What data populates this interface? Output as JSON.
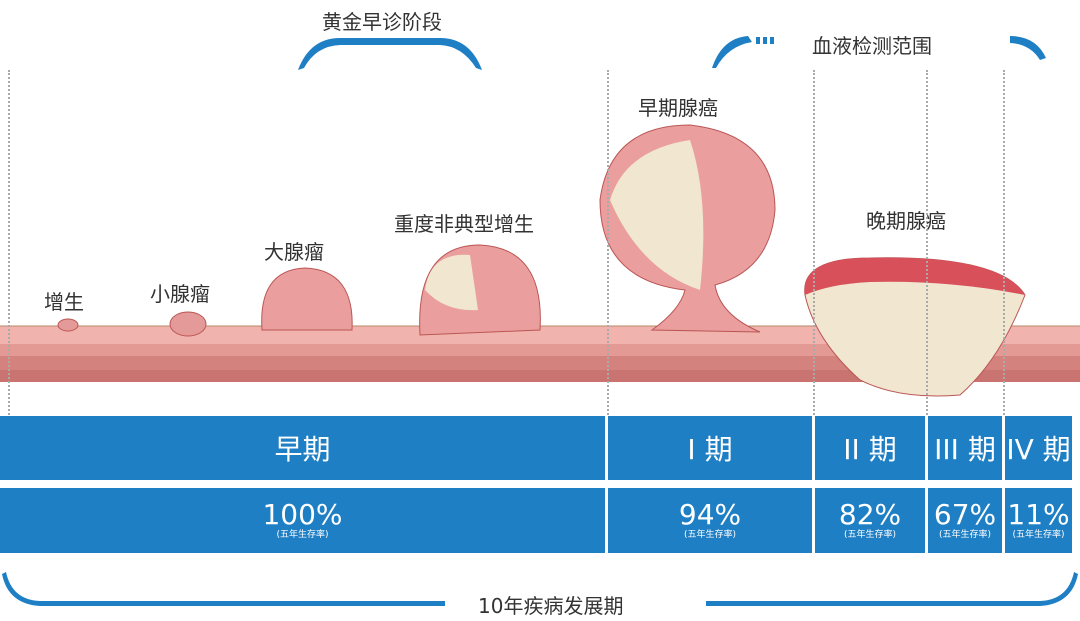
{
  "top": {
    "golden_label": "黄金早诊阶段",
    "blood_label": "血液检测范围"
  },
  "lesions": [
    "增生",
    "小腺瘤",
    "大腺瘤",
    "重度非典型增生",
    "早期腺癌",
    "晚期腺癌"
  ],
  "stages": [
    {
      "name": "早期",
      "rate": "100%",
      "note": "(五年生存率)"
    },
    {
      "name": "I 期",
      "rate": "94%",
      "note": "(五年生存率)"
    },
    {
      "name": "II 期",
      "rate": "82%",
      "note": "(五年生存率)"
    },
    {
      "name": "III 期",
      "rate": "67%",
      "note": "(五年生存率)"
    },
    {
      "name": "IV 期",
      "rate": "11%",
      "note": "(五年生存率)"
    }
  ],
  "bottom": {
    "label": "10年疾病发展期"
  },
  "colors": {
    "blue": "#1e7fc5",
    "tissue": "#e8a1a0",
    "tumor": "#f1e6cf"
  }
}
